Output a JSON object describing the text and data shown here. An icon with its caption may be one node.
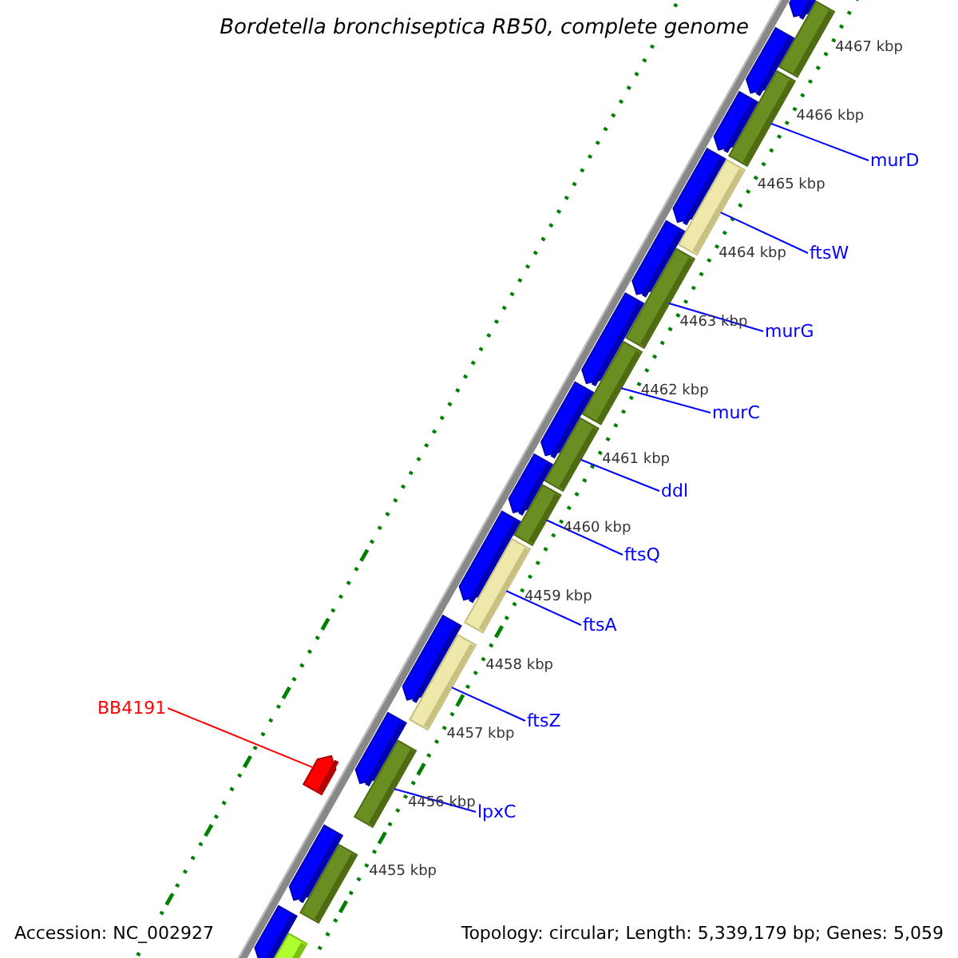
{
  "diagram": {
    "title": "Bordetella bronchiseptica RB50, complete genome",
    "nodes": [
      {
        "text": [
          "murD"
        ]
      },
      {
        "text": [
          "ftsW"
        ]
      },
      {
        "text": [
          "murG"
        ]
      },
      {
        "text": [
          "murC"
        ]
      },
      {
        "text": [
          "ddl"
        ]
      },
      {
        "text": [
          "ftsQ"
        ]
      },
      {
        "text": [
          "ftsA"
        ]
      },
      {
        "text": [
          "BB4191"
        ]
      },
      {
        "text": [
          "ftsZ"
        ]
      },
      {
        "text": [
          "lpxC"
        ]
      },
      {
        "text": [],
        "shape": "bar"
      },
      {
        "text": [],
        "shape": "bar"
      },
      {
        "text": [],
        "shape": "bar"
      },
      {
        "text": [],
        "shape": "bar"
      },
      {
        "text": [],
        "shape": "bar"
      },
      {
        "text": [],
        "shape": "bar"
      },
      {
        "text": [],
        "shape": "bar"
      },
      {
        "text": [],
        "shape": "bar"
      },
      {
        "text": [],
        "shape": "bar"
      },
      {
        "text": [],
        "shape": "bar"
      },
      {
        "text": [],
        "shape": "bar"
      },
      {
        "text": [],
        "shape": "bar"
      },
      {
        "text": [],
        "shape": "bar"
      },
      {
        "text": [],
        "shape": "bar"
      },
      {
        "text": [],
        "shape": "bar"
      },
      {
        "text": [],
        "shape": "bar"
      },
      {
        "text": [],
        "shape": "bar"
      },
      {
        "text": [],
        "shape": "bar"
      },
      {
        "text": [],
        "shape": "bar"
      },
      {
        "text": [],
        "shape": "bar"
      },
      {
        "text": [],
        "shape": "bar"
      },
      {
        "text": [],
        "shape": "bar"
      },
      {
        "text": [],
        "shape": "bar"
      },
      {
        "text": [],
        "shape": "bar"
      },
      {
        "text": [],
        "shape": "bar"
      },
      {
        "text": [],
        "shape": "bar"
      }
    ],
    "edges": [
      {
        "from": 0,
        "to": 13,
        "arrow": "none"
      },
      {
        "from": 1,
        "to": 15,
        "arrow": "none"
      },
      {
        "from": 2,
        "to": 18,
        "arrow": "none"
      },
      {
        "from": 3,
        "to": 20,
        "arrow": "none"
      },
      {
        "from": 4,
        "to": 22,
        "arrow": "none"
      },
      {
        "from": 5,
        "to": 24,
        "arrow": "none"
      },
      {
        "from": 6,
        "to": 26,
        "arrow": "none"
      },
      {
        "from": 7,
        "to": 31,
        "arrow": "none",
        "color": "#ff0000"
      },
      {
        "from": 8,
        "to": 28,
        "arrow": "none"
      },
      {
        "from": 9,
        "to": 30,
        "arrow": "none"
      }
    ],
    "labels": [
      "4467 kbp",
      "4466 kbp",
      "4465 kbp",
      "4464 kbp",
      "4463 kbp",
      "4462 kbp",
      "4461 kbp",
      "4460 kbp",
      "4459 kbp",
      "4458 kbp",
      "4457 kbp",
      "4456 kbp",
      "4455 kbp",
      "Accession: NC_002927",
      "Topology: circular; Length: 5,339,179 bp; Genes: 5,059"
    ]
  }
}
